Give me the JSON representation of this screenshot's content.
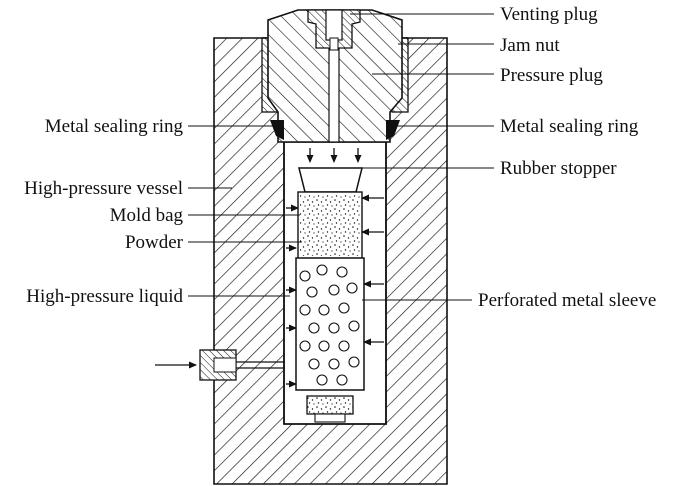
{
  "labels": {
    "venting_plug": "Venting plug",
    "jam_nut": "Jam nut",
    "pressure_plug": "Pressure plug",
    "metal_sealing_ring_left": "Metal sealing ring",
    "metal_sealing_ring_right": "Metal sealing ring",
    "rubber_stopper": "Rubber stopper",
    "high_pressure_vessel": "High-pressure vessel",
    "mold_bag": "Mold bag",
    "powder": "Powder",
    "high_pressure_liquid": "High-pressure liquid",
    "perforated_metal_sleeve": "Perforated metal sleeve"
  },
  "colors": {
    "line": "#111111",
    "background": "#ffffff"
  }
}
